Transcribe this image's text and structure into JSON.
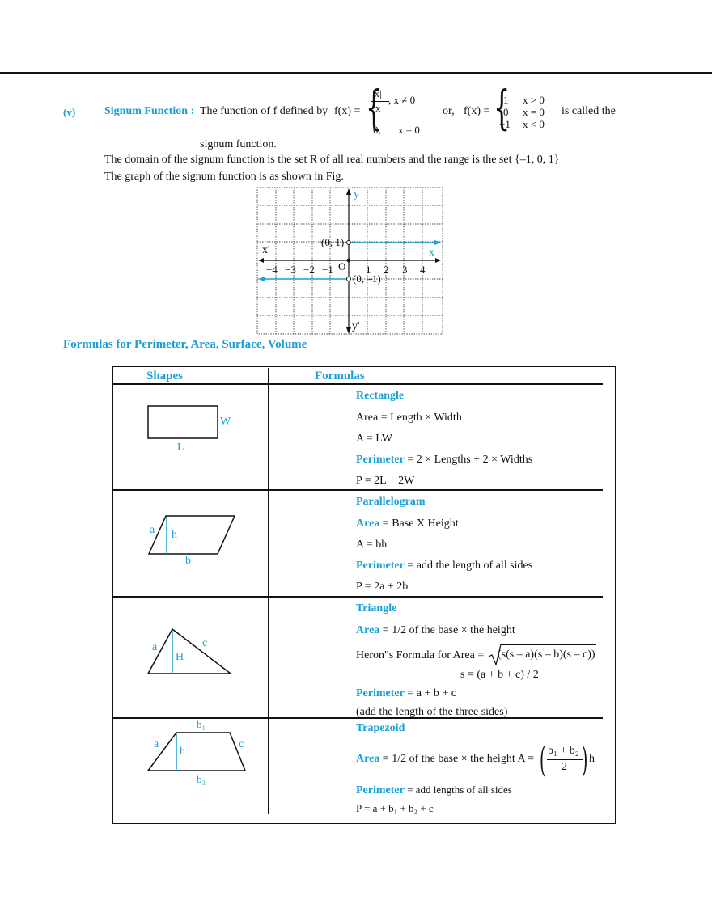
{
  "signum": {
    "number": "(v)",
    "title": "Signum Function :",
    "intro": "The function of f defined by",
    "fx": "f(x) =",
    "case1_num": "|x|",
    "case1_den": "x",
    "case1_cond": ",  x ≠ 0",
    "case2": "0,",
    "case2_cond": "x = 0",
    "or": "or,",
    "fx2": "f(x) =",
    "alt_vals": [
      "1",
      "0",
      "−1"
    ],
    "alt_conds": [
      "x > 0",
      "x = 0",
      "x < 0"
    ],
    "called": "is called the",
    "tail": "signum function.",
    "domain_text": "The domain of the signum function is the set R of all real numbers and the range is the set {–1, 0, 1}",
    "graph_text": "The graph of the signum function is as shown in Fig."
  },
  "graph": {
    "y_label": "y",
    "y_neg_label": "y'",
    "x_label": "x",
    "x_neg_label": "x'",
    "origin": "O",
    "point_pos": "(0, 1)",
    "point_neg": "(0, –1)",
    "neg_ticks": [
      "−1",
      "−2",
      "−3",
      "−4"
    ],
    "pos_ticks": [
      "1",
      "2",
      "3",
      "4"
    ],
    "line_color": "#1a9fd6"
  },
  "formulas": {
    "heading": "Formulas for Perimeter, Area, Surface, Volume",
    "col_shapes": "Shapes",
    "col_formulas": "Formulas",
    "rectangle": {
      "name": "Rectangle",
      "area": "Area = Length × Width",
      "area2": "A = LW",
      "perim_label": "Perimeter",
      "perim": " = 2 × Lengths + 2 × Widths",
      "perim2": "P = 2L + 2W",
      "lbl_w": "W",
      "lbl_l": "L"
    },
    "parallelogram": {
      "name": "Parallelogram",
      "area_label": "Area",
      "area": " = Base X Height",
      "area2": "A = bh",
      "perim_label": "Perimeter",
      "perim": " = add the length of all sides",
      "perim2": "P = 2a + 2b",
      "lbl_a": "a",
      "lbl_h": "h",
      "lbl_b": "b"
    },
    "triangle": {
      "name": "Triangle",
      "area_label": "Area",
      "area": " = 1/2 of the base × the height",
      "heron": "Heron\"s Formula for Area =",
      "heron_expr": "(s(s – a)(s – b)(s – c))",
      "s_def": "s = (a + b + c) / 2",
      "perim_label": "Perimeter",
      "perim": " = a + b + c",
      "perim2": "(add the length of the three sides)",
      "lbl_a": "a",
      "lbl_c": "c",
      "lbl_h": "H"
    },
    "trapezoid": {
      "name": "Trapezoid",
      "area_label": "Area",
      "area": " = 1/2 of the base × the height A =",
      "frac_num": "b₁ + b₂",
      "frac_den": "2",
      "frac_after": "h",
      "perim_label": "Perimeter",
      "perim": " = add lengths of all sides",
      "perim2": "P = a + b₁ + b₂ + c",
      "lbl_b1": "b₁",
      "lbl_b2": "b₂",
      "lbl_a": "a",
      "lbl_c": "c",
      "lbl_h": "h"
    }
  },
  "colors": {
    "accent": "#1a9fd6",
    "text": "#111111"
  }
}
